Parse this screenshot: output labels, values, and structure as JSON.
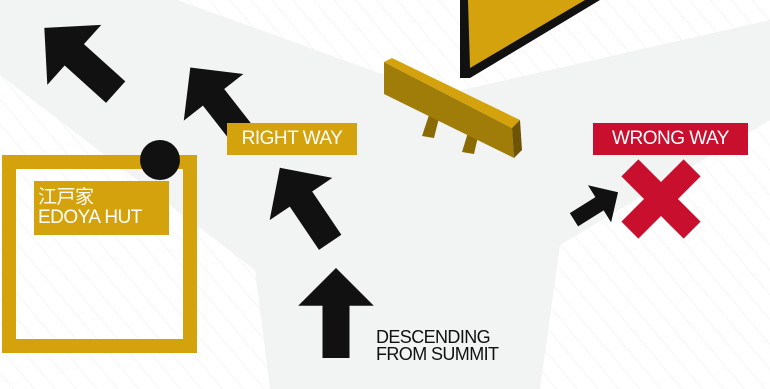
{
  "labels": {
    "right_way": "RIGHT WAY",
    "wrong_way": "WRONG WAY",
    "hut_name_jp": "江戸家",
    "hut_name_en": "EDOYA HUT",
    "descending_line1": "DESCENDING",
    "descending_line2": "FROM SUMMIT"
  },
  "colors": {
    "gold": "#D4A20C",
    "red": "#C8102E",
    "path": "#F2F3F3",
    "arrow": "#111111"
  },
  "icons": {
    "arrows": "black-arrow-icon",
    "wrong": "red-x-icon",
    "bench": "bench-icon",
    "sign": "warning-sign-icon",
    "summit": "black-circle-icon"
  }
}
